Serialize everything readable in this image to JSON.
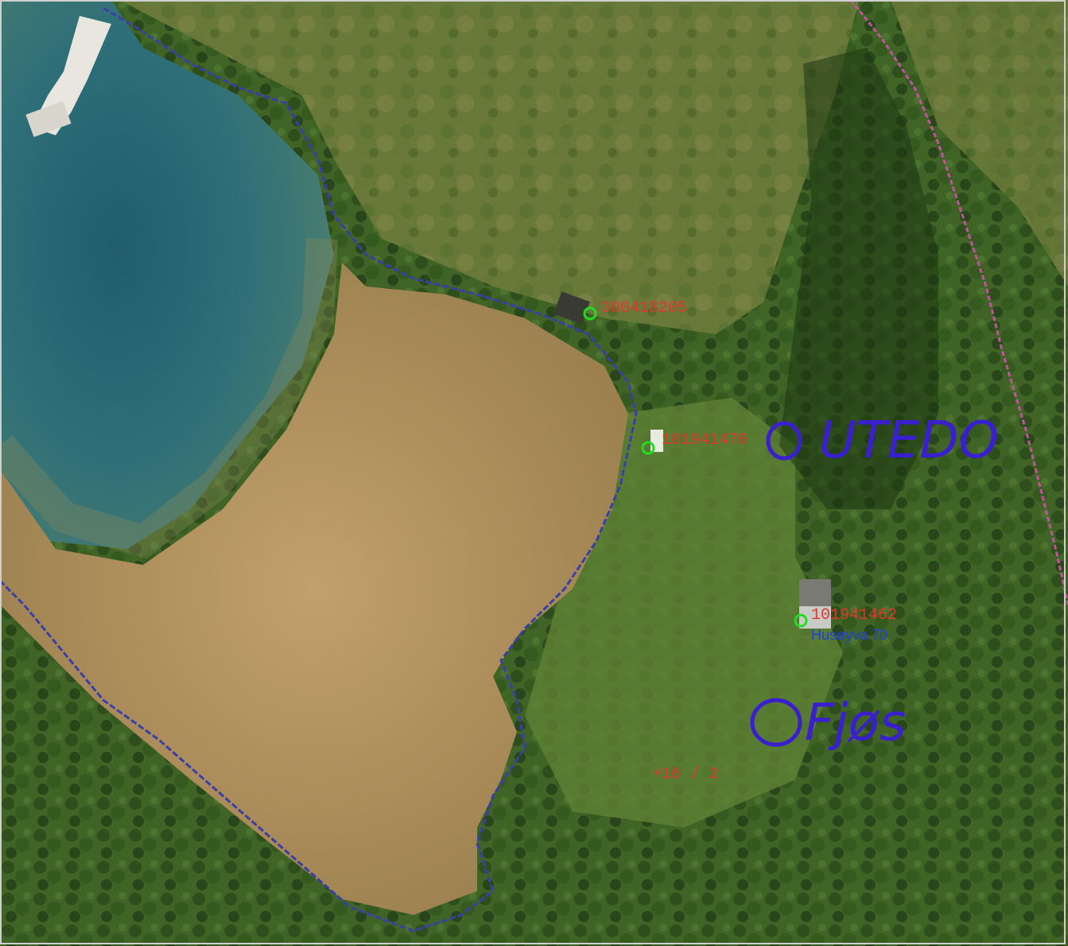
{
  "map": {
    "colors": {
      "water": "#2f6f78",
      "shallow": "#5c8a6a",
      "shore": "#b89863",
      "vegetation": "#4a6f2e",
      "dense_forest": "#2c4a1c",
      "boundary_blue": "#3a3fa8",
      "boundary_pink": "#c0539a",
      "marker_green": "#22dd22",
      "label_red": "#e0382c",
      "label_blue": "#2040d8",
      "handwriting": "#3a1fd0"
    },
    "buildings": [
      {
        "id": "building-a",
        "number": "300418205"
      },
      {
        "id": "building-b",
        "number": "101941470"
      },
      {
        "id": "building-c",
        "number": "101941462",
        "address": "Husøyva 70"
      }
    ],
    "parcel_label": "+16 / 2",
    "handwritten": {
      "utedo": "UTEDO",
      "fjos": "Fjøs"
    }
  }
}
